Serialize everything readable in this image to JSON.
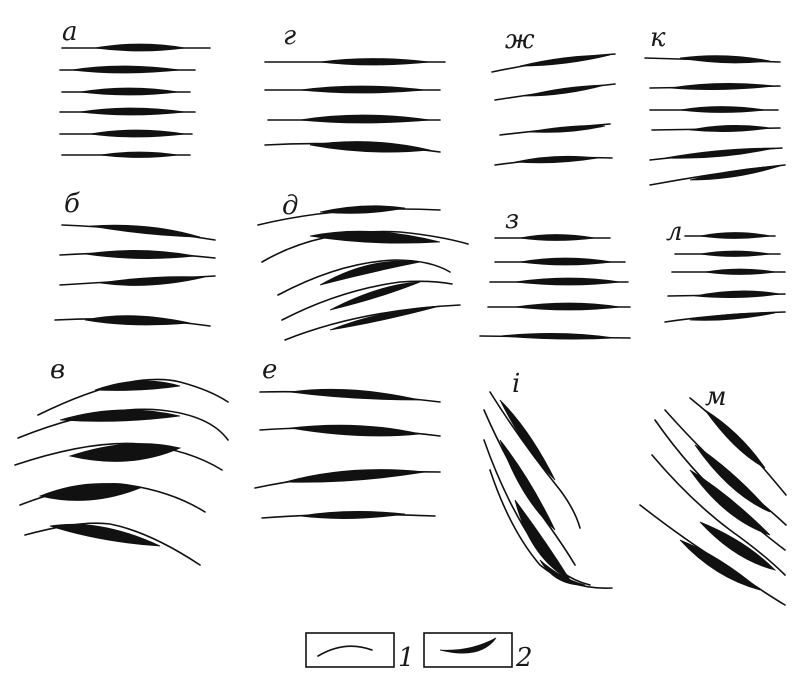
{
  "panels": [
    {
      "label": "а"
    },
    {
      "label": "г"
    },
    {
      "label": "ж"
    },
    {
      "label": "к"
    },
    {
      "label": "б"
    },
    {
      "label": "д"
    },
    {
      "label": "з"
    },
    {
      "label": "л"
    },
    {
      "label": "в"
    },
    {
      "label": "е"
    },
    {
      "label": "і"
    },
    {
      "label": "м"
    }
  ],
  "legend": {
    "items": [
      {
        "number": "1",
        "symbol": "line-icon"
      },
      {
        "number": "2",
        "symbol": "lens-icon"
      }
    ]
  },
  "colors": {
    "ink": "#111111",
    "background": "#ffffff"
  }
}
